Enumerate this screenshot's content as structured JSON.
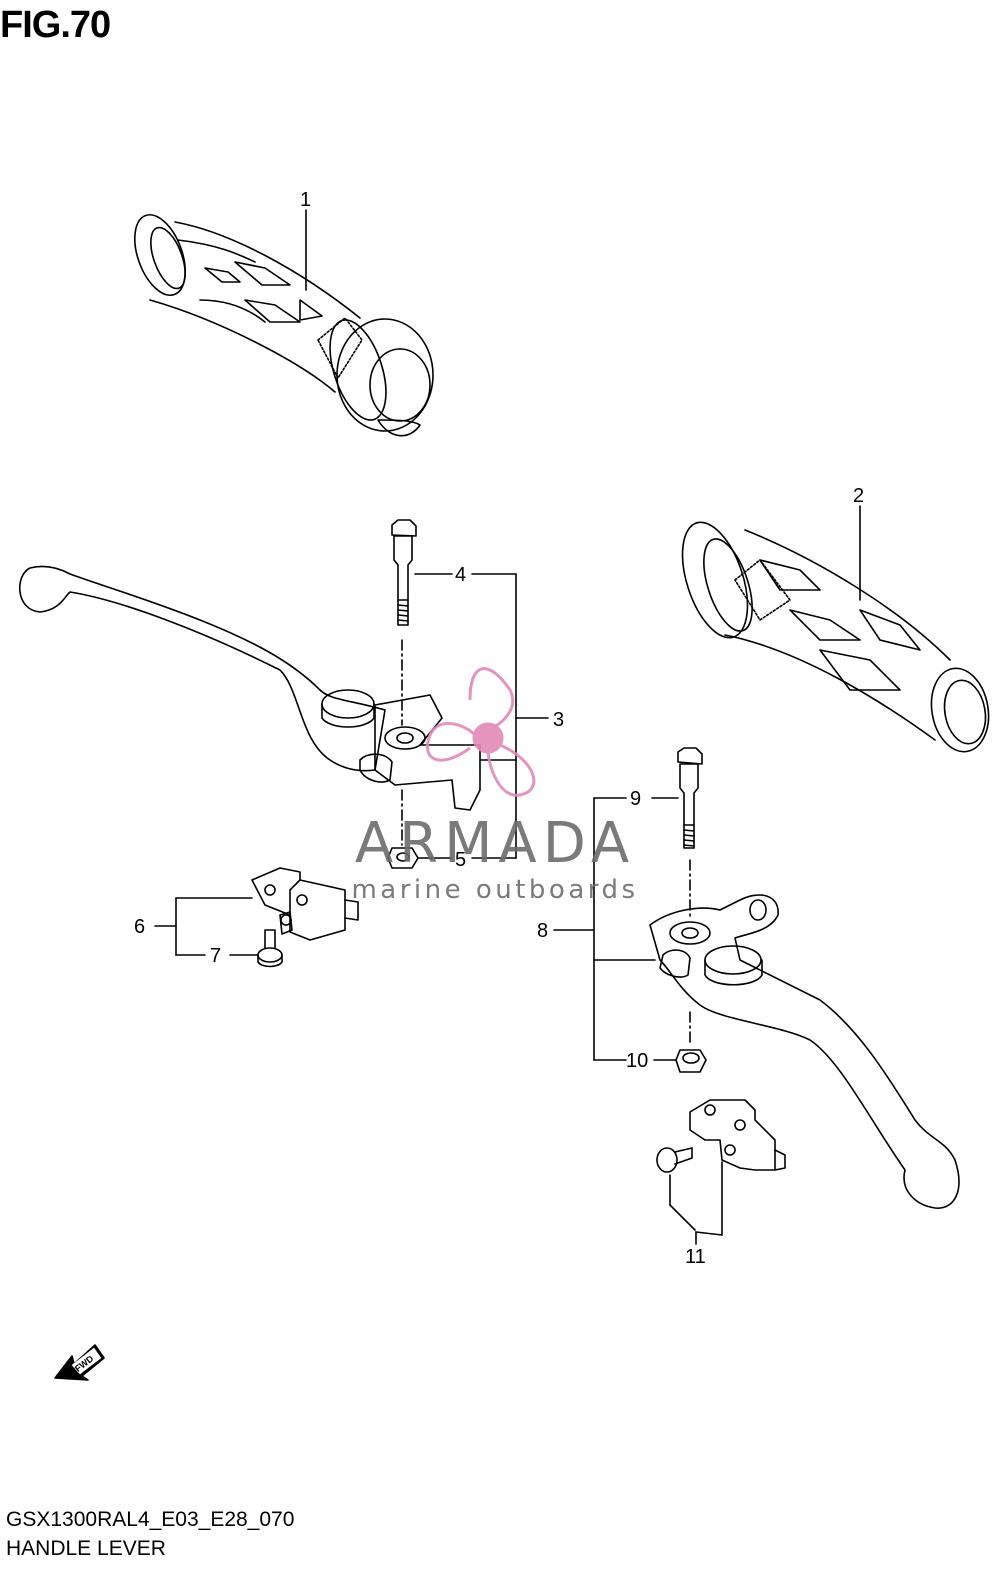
{
  "figure": {
    "title": "FIG.70"
  },
  "callouts": {
    "c1": "1",
    "c2": "2",
    "c3": "3",
    "c4": "4",
    "c5": "5",
    "c6": "6",
    "c7": "7",
    "c8": "8",
    "c9": "9",
    "c10": "10",
    "c11": "11"
  },
  "watermark": {
    "brand": "ARMADA",
    "tagline": "marine outboards",
    "accent": "#e08ab8"
  },
  "fwd_label": "FWD",
  "footer": {
    "model_code": "GSX1300RAL4_E03_E28_070",
    "section_name": "HANDLE LEVER"
  }
}
